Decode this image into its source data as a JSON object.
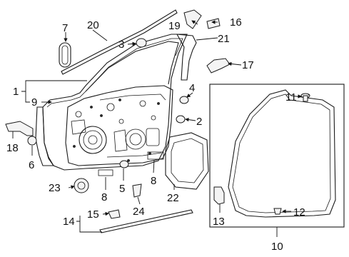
{
  "diagram": {
    "callouts": [
      "1",
      "2",
      "3",
      "4",
      "5",
      "6",
      "7",
      "8",
      "8",
      "9",
      "10",
      "11",
      "12",
      "13",
      "14",
      "15",
      "16",
      "17",
      "18",
      "19",
      "20",
      "21",
      "22",
      "23",
      "24"
    ]
  }
}
